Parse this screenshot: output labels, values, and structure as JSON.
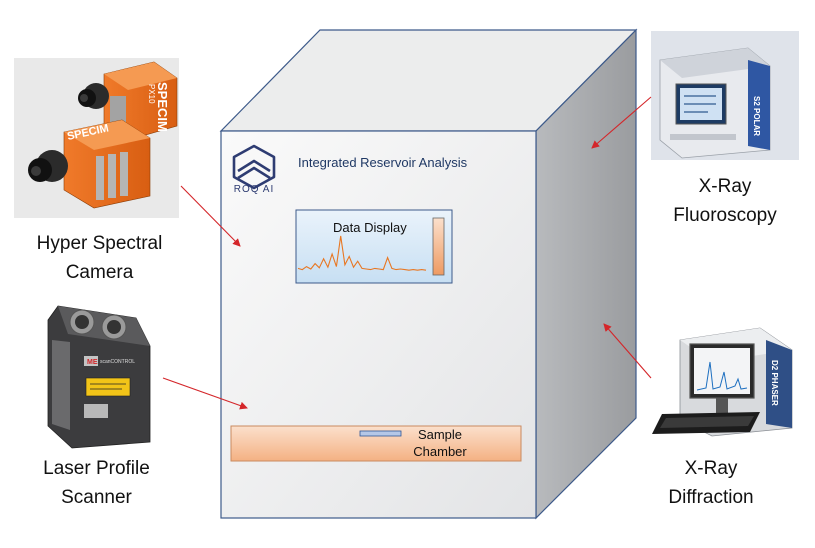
{
  "devices": {
    "hyperspectral": {
      "line1": "Hyper Spectral",
      "line2": "Camera",
      "brand_text": "SPECIM",
      "model_text": "PX10"
    },
    "laser": {
      "line1": "Laser Profile",
      "line2": "Scanner",
      "brand_text": "scanCONTROL",
      "logo_text": "ME"
    },
    "xrf": {
      "line1": "X-Ray",
      "line2": "Fluoroscopy",
      "brand_text": "S2 POLAR"
    },
    "xrd": {
      "line1": "X-Ray",
      "line2": "Diffraction",
      "brand_text": "D2 PHASER"
    }
  },
  "analyzer": {
    "title": "Integrated Reservoir Analysis",
    "logo_text": "ROQ AI",
    "display": {
      "title": "Data Display",
      "spectrum": [
        6,
        4,
        9,
        5,
        14,
        7,
        22,
        8,
        30,
        9,
        60,
        12,
        26,
        8,
        18,
        6,
        5,
        4,
        6,
        5,
        4,
        24,
        6,
        4,
        5,
        4,
        3,
        4,
        3,
        4,
        3
      ]
    },
    "chamber": {
      "line1": "Sample",
      "line2": "Chamber"
    }
  },
  "colors": {
    "box_edge": "#3d5a8a",
    "box_front": "#f3f4f6",
    "box_side": "#a9abae",
    "box_top": "#e8e9eb",
    "arrow": "#d4262a",
    "accent_orange": "#e87722",
    "display_bg": "#d3e6f5",
    "chamber_fill": "#f4b183",
    "logo": "#2e3c72"
  }
}
